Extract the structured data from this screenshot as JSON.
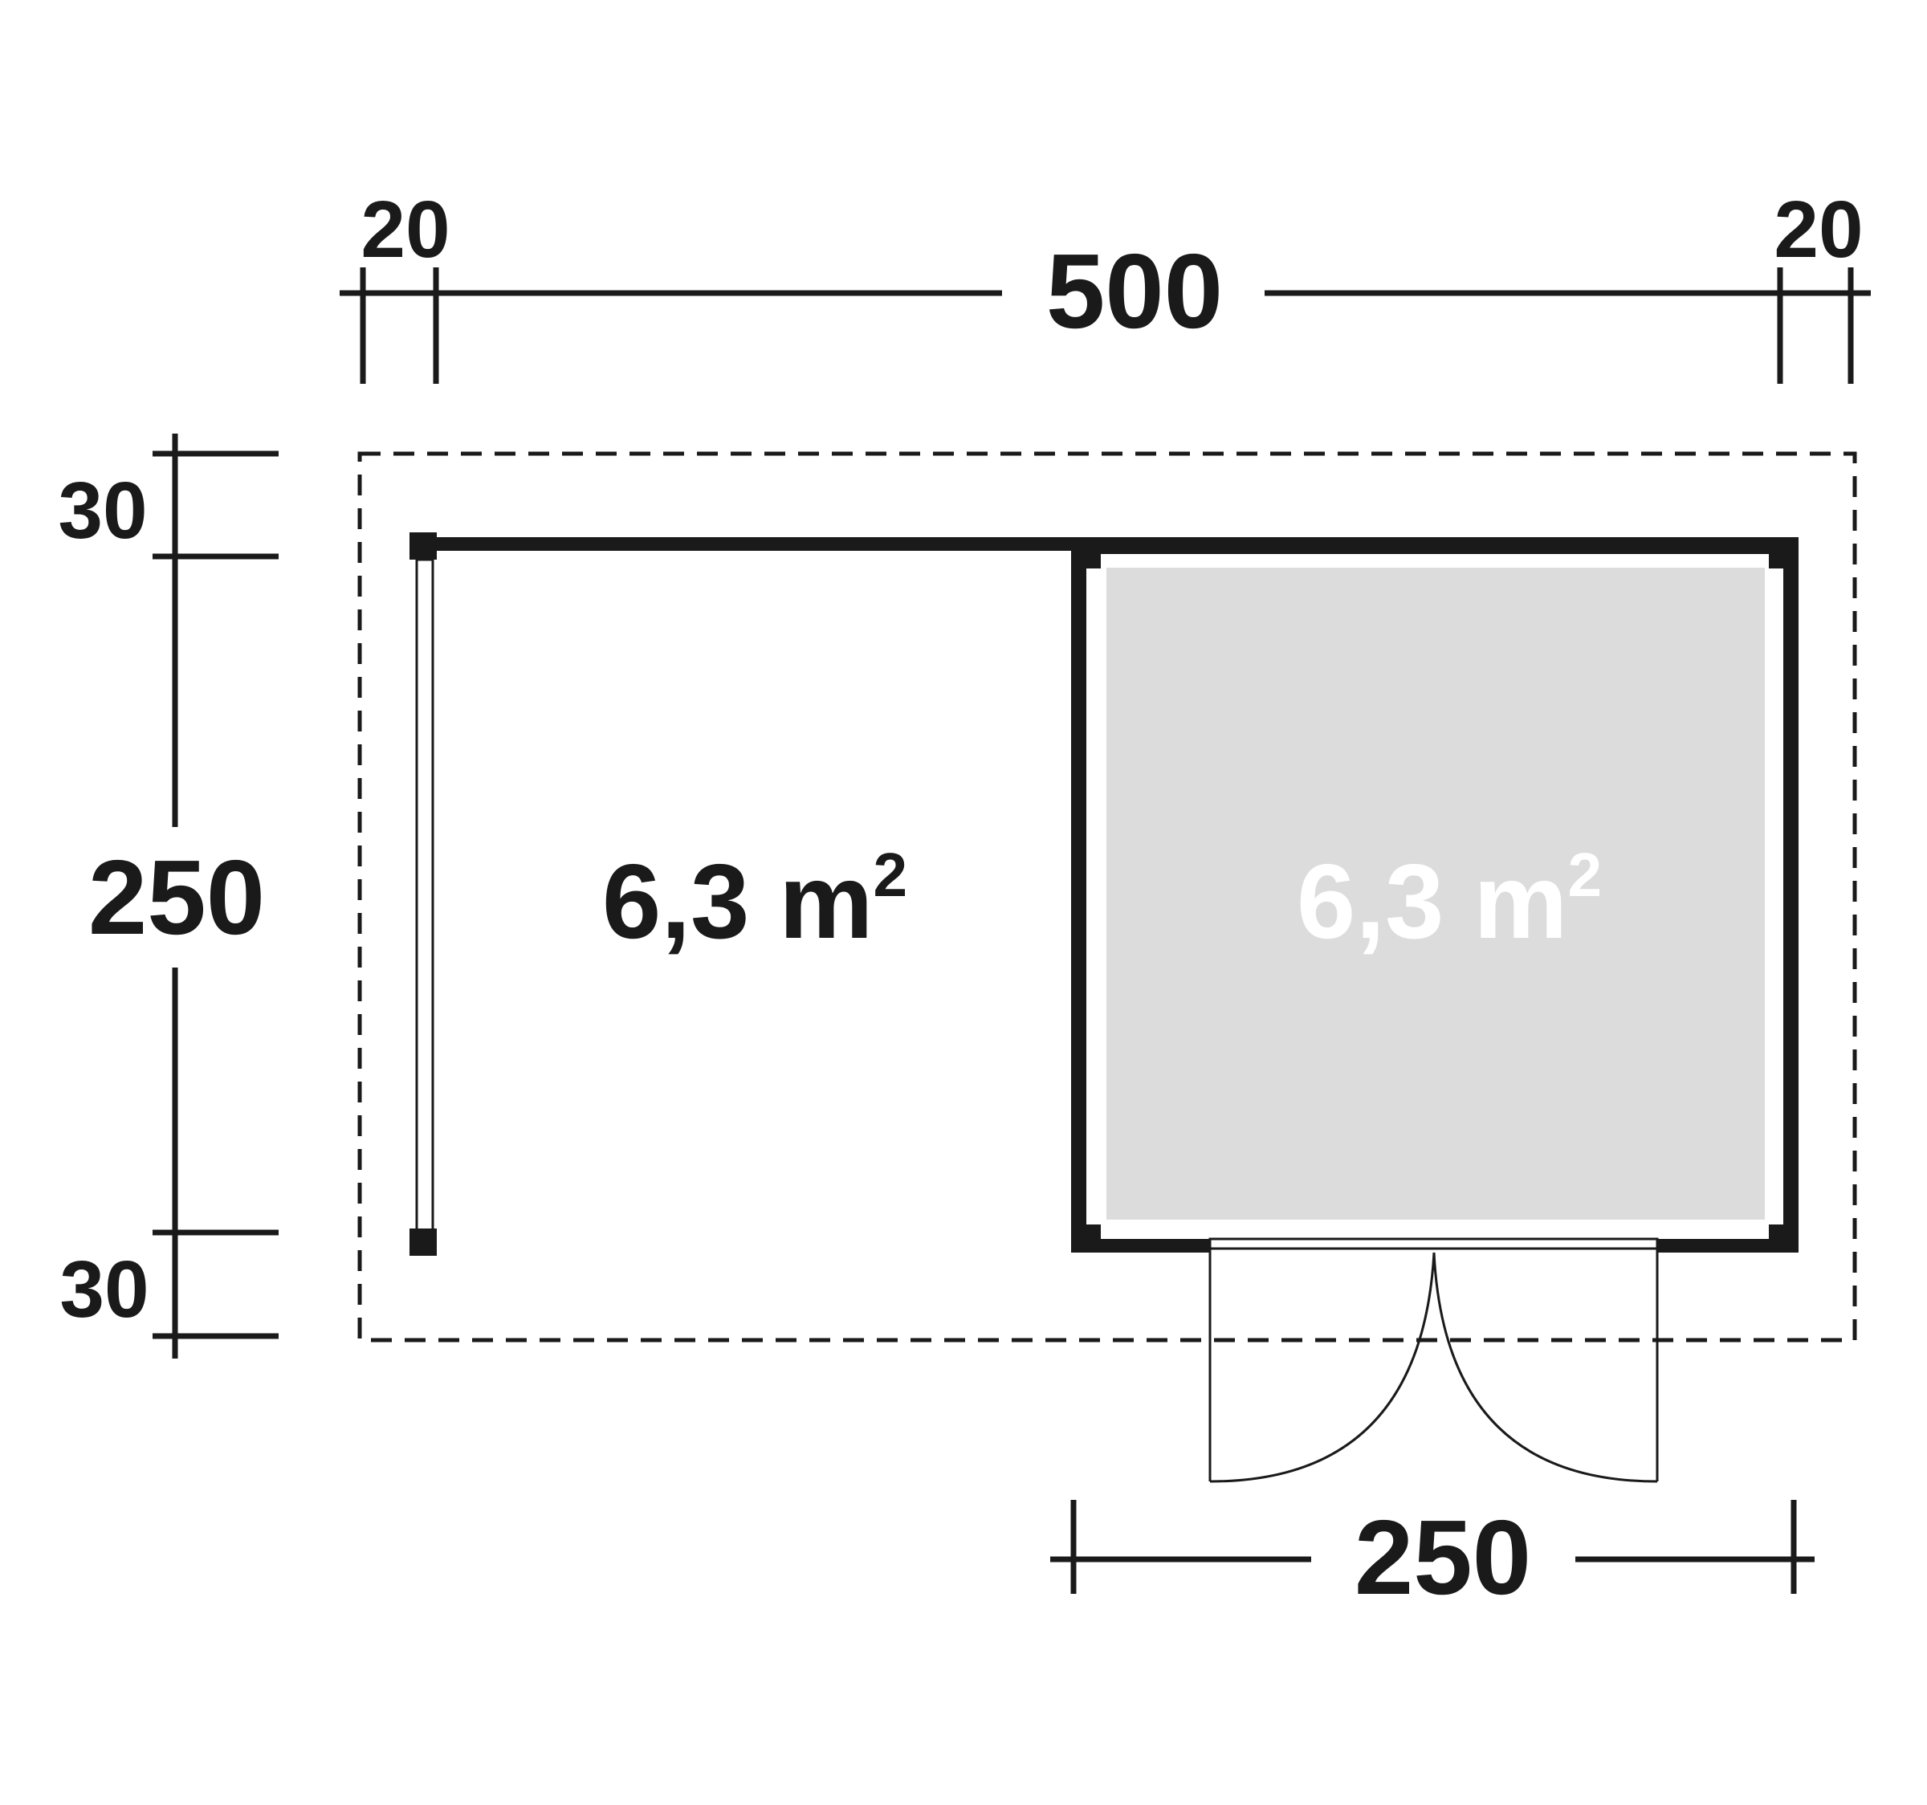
{
  "colors": {
    "ink": "#1a1a1a",
    "room_fill": "#dcdcdc",
    "room_label": "#ffffff",
    "background": "#ffffff"
  },
  "dimensions": {
    "top_left_overhang": "20",
    "top_total": "500",
    "top_right_overhang": "20",
    "left_top_overhang": "30",
    "left_depth": "250",
    "left_bottom_overhang": "30",
    "bottom_room_width": "250"
  },
  "areas": {
    "open_area": {
      "number": "6,3 m",
      "exponent": "2"
    },
    "room_area": {
      "number": "6,3 m",
      "exponent": "2"
    }
  }
}
